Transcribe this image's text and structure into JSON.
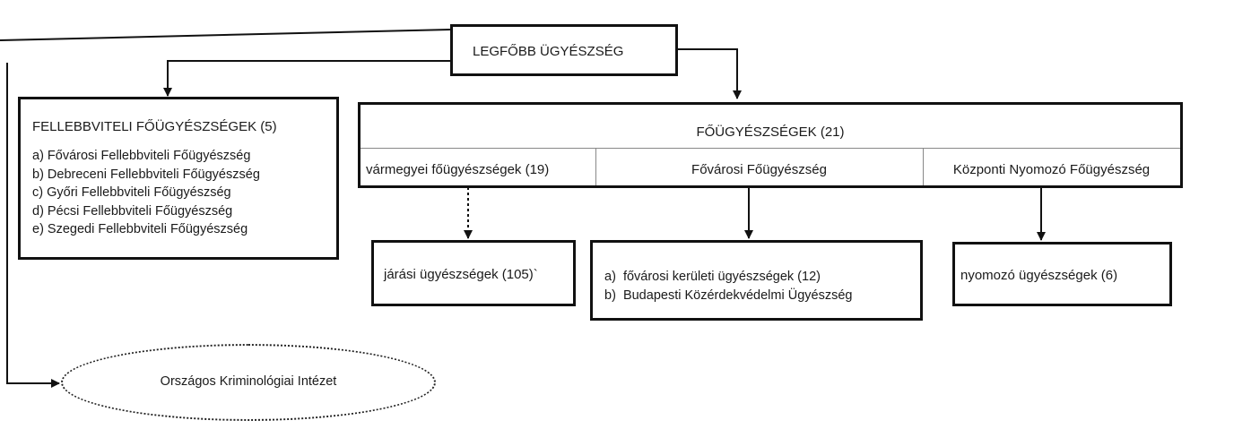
{
  "root": {
    "label": "LEGFŐBB ÜGYÉSZSÉG"
  },
  "appellate": {
    "title": "FELLEBBVITELI FŐÜGYÉSZSÉGEK (5)",
    "items": [
      "a) Fővárosi Fellebbviteli Főügyészség",
      "b) Debreceni Fellebbviteli Főügyészség",
      "c) Győri Fellebbviteli Főügyészség",
      "d) Pécsi Fellebbviteli Főügyészség",
      "e) Szegedi Fellebbviteli Főügyészség"
    ]
  },
  "chief": {
    "title": "FŐÜGYÉSZSÉGEK (21)",
    "cells": [
      "vármegyei főügyészségek (19)",
      "Fővárosi Főügyészség",
      "Központi Nyomozó Főügyészség"
    ]
  },
  "district": {
    "label": "járási ügyészségek (105)`"
  },
  "capital": {
    "items": [
      "a)  fővárosi kerületi ügyészségek (12)",
      "b)  Budapesti Közérdekvédelmi Ügyészség"
    ]
  },
  "investigative": {
    "label": "nyomozó ügyészségek (6)"
  },
  "institute": {
    "label": "Országos Kriminológiai Intézet"
  }
}
